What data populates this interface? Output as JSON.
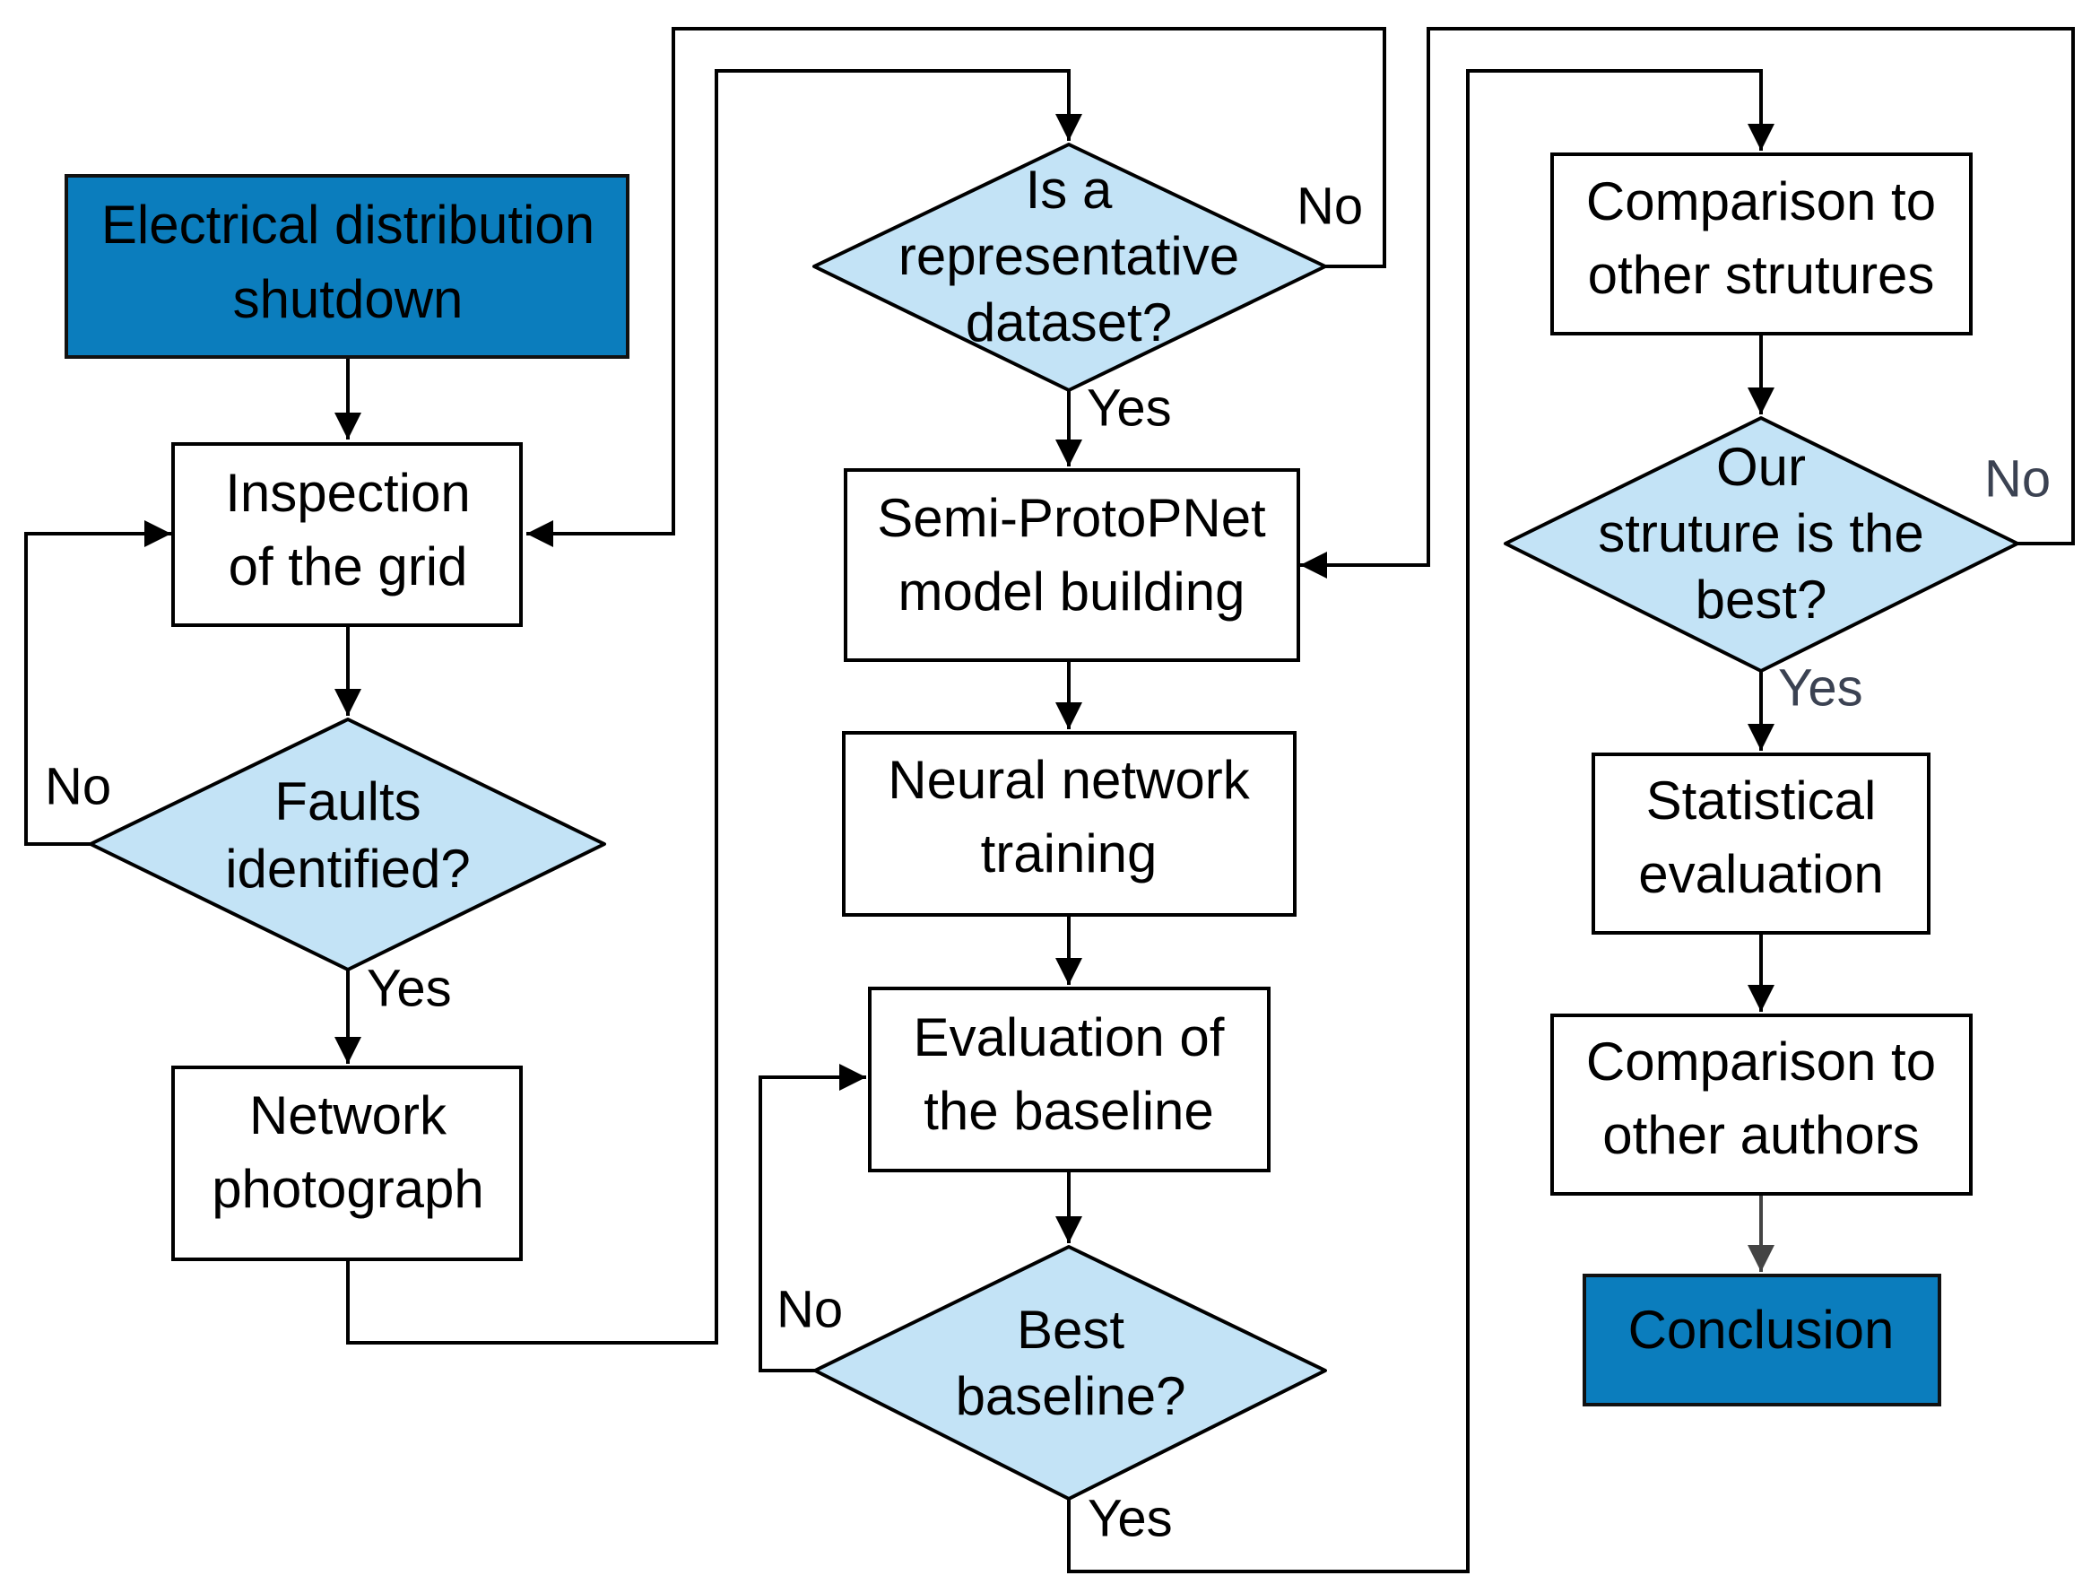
{
  "nodes": {
    "start": [
      "Electrical distribution",
      "shutdown"
    ],
    "inspection": [
      "Inspection",
      "of the grid"
    ],
    "faults": [
      "Faults",
      "identified?"
    ],
    "photograph": [
      "Network",
      "photograph"
    ],
    "dataset": [
      "Is a",
      "representative",
      "dataset?"
    ],
    "model": [
      "Semi-ProtoPNet",
      "model building"
    ],
    "training": [
      "Neural network",
      "training"
    ],
    "baseline_eval": [
      "Evaluation of",
      "the baseline"
    ],
    "best_baseline": [
      "Best",
      "baseline?"
    ],
    "comparison_structures": [
      "Comparison to",
      "other strutures"
    ],
    "best_structure": [
      "Our",
      "struture is the",
      "best?"
    ],
    "statistical": [
      "Statistical",
      "evaluation"
    ],
    "comparison_authors": [
      "Comparison to",
      "other authors"
    ],
    "conclusion": [
      "Conclusion"
    ]
  },
  "edge_labels": {
    "faults_no": "No",
    "faults_yes": "Yes",
    "dataset_no": "No",
    "dataset_yes": "Yes",
    "baseline_no": "No",
    "baseline_yes": "Yes",
    "structure_no": "No",
    "structure_yes": "Yes"
  },
  "colors": {
    "terminal": "#0b7dbd",
    "decision": "#c3e3f6",
    "process": "#ffffff"
  }
}
